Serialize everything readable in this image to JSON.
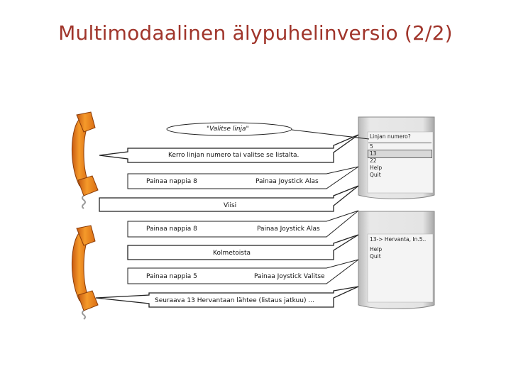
{
  "title": "Multimodaalinen älypuhelinversio (2/2)",
  "dialogue": {
    "user_says_1": "\"Valitse linja\"",
    "system_says_1": "Kerro linjan numero tai valitse se listalta.",
    "action_a1": "Painaa nappia 8",
    "action_b1": "Painaa Joystick Alas",
    "system_says_2": "Viisi",
    "action_a2": "Painaa nappia 8",
    "action_b2": "Painaa Joystick Alas",
    "system_says_3": "Kolmetoista",
    "action_a3": "Painaa nappia 5",
    "action_b3": "Painaa Joystick Valitse",
    "system_says_4": "Seuraava 13 Hervantaan lähtee (listaus jatkuu) ..."
  },
  "phone1": {
    "prompt": "Linjan numero?",
    "items": [
      "5",
      "13",
      "22",
      "Help",
      "Quit"
    ],
    "selected_index": 1
  },
  "phone2": {
    "result": "13-> Hervanta, In.5..",
    "items": [
      "Help",
      "Quit"
    ]
  },
  "colors": {
    "title": "#a0352b",
    "handset_orange": "#f08a1e",
    "handset_dark": "#c0601a",
    "bubble_fill": "#ffffff",
    "phone_body": "#d9d9d9"
  },
  "icons": [
    "telephone-handset-icon",
    "smartphone-icon"
  ]
}
